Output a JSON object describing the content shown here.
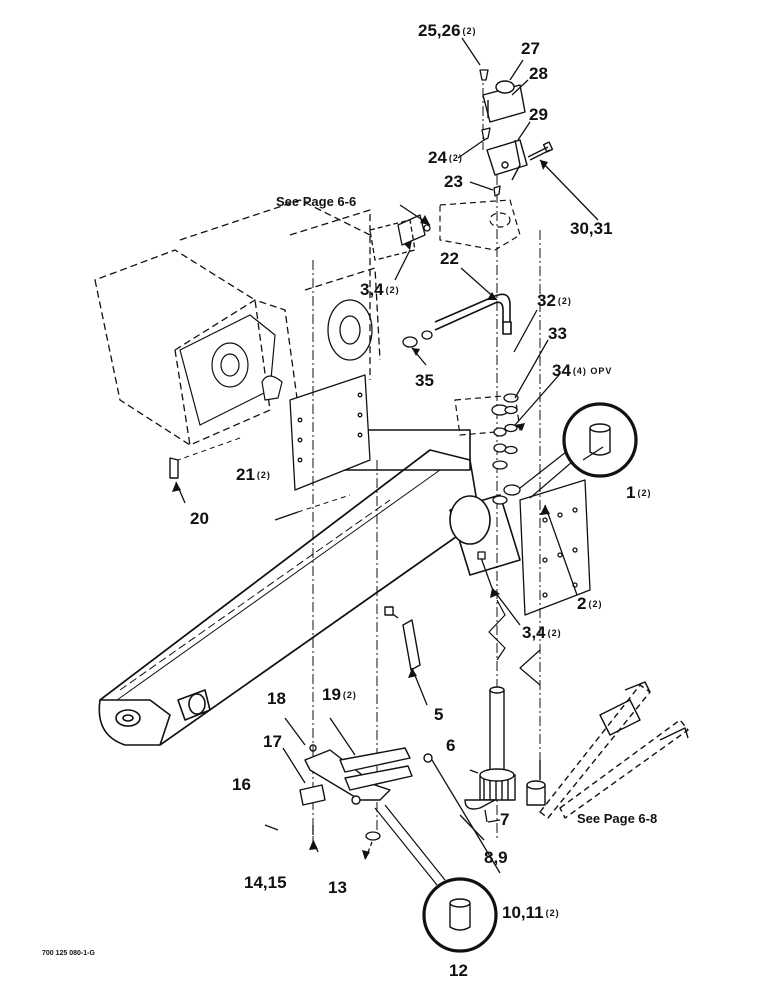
{
  "callouts": [
    {
      "id": "c25_26",
      "label": "25,26",
      "qty": "(2)"
    },
    {
      "id": "c27",
      "label": "27",
      "qty": ""
    },
    {
      "id": "c28",
      "label": "28",
      "qty": ""
    },
    {
      "id": "c29",
      "label": "29",
      "qty": ""
    },
    {
      "id": "c24",
      "label": "24",
      "qty": "(2)"
    },
    {
      "id": "c23",
      "label": "23",
      "qty": ""
    },
    {
      "id": "c30_31",
      "label": "30,31",
      "qty": ""
    },
    {
      "id": "c22",
      "label": "22",
      "qty": ""
    },
    {
      "id": "c3_4a",
      "label": "3,4",
      "qty": "(2)"
    },
    {
      "id": "c32",
      "label": "32",
      "qty": "(2)"
    },
    {
      "id": "c33",
      "label": "33",
      "qty": ""
    },
    {
      "id": "c35",
      "label": "35",
      "qty": ""
    },
    {
      "id": "c34",
      "label": "34",
      "qty": "(4) OPV"
    },
    {
      "id": "c1",
      "label": "1",
      "qty": "(2)"
    },
    {
      "id": "c21",
      "label": "21",
      "qty": "(2)"
    },
    {
      "id": "c20",
      "label": "20",
      "qty": ""
    },
    {
      "id": "c2",
      "label": "2",
      "qty": "(2)"
    },
    {
      "id": "c3_4b",
      "label": "3,4",
      "qty": "(2)"
    },
    {
      "id": "c5",
      "label": "5",
      "qty": ""
    },
    {
      "id": "c18",
      "label": "18",
      "qty": ""
    },
    {
      "id": "c19",
      "label": "19",
      "qty": "(2)"
    },
    {
      "id": "c17",
      "label": "17",
      "qty": ""
    },
    {
      "id": "c6",
      "label": "6",
      "qty": ""
    },
    {
      "id": "c16",
      "label": "16",
      "qty": ""
    },
    {
      "id": "c7",
      "label": "7",
      "qty": ""
    },
    {
      "id": "c14_15",
      "label": "14,15",
      "qty": ""
    },
    {
      "id": "c13",
      "label": "13",
      "qty": ""
    },
    {
      "id": "c8_9",
      "label": "8,9",
      "qty": ""
    },
    {
      "id": "c10_11",
      "label": "10,11",
      "qty": "(2)"
    },
    {
      "id": "c12",
      "label": "12",
      "qty": ""
    }
  ],
  "notes": {
    "see_page_6_6": "See Page 6-6",
    "see_page_6_8": "See Page 6-8"
  },
  "figure_id": "700 125 080-1-G",
  "colors": {
    "ink": "#111111",
    "paper": "#ffffff"
  }
}
